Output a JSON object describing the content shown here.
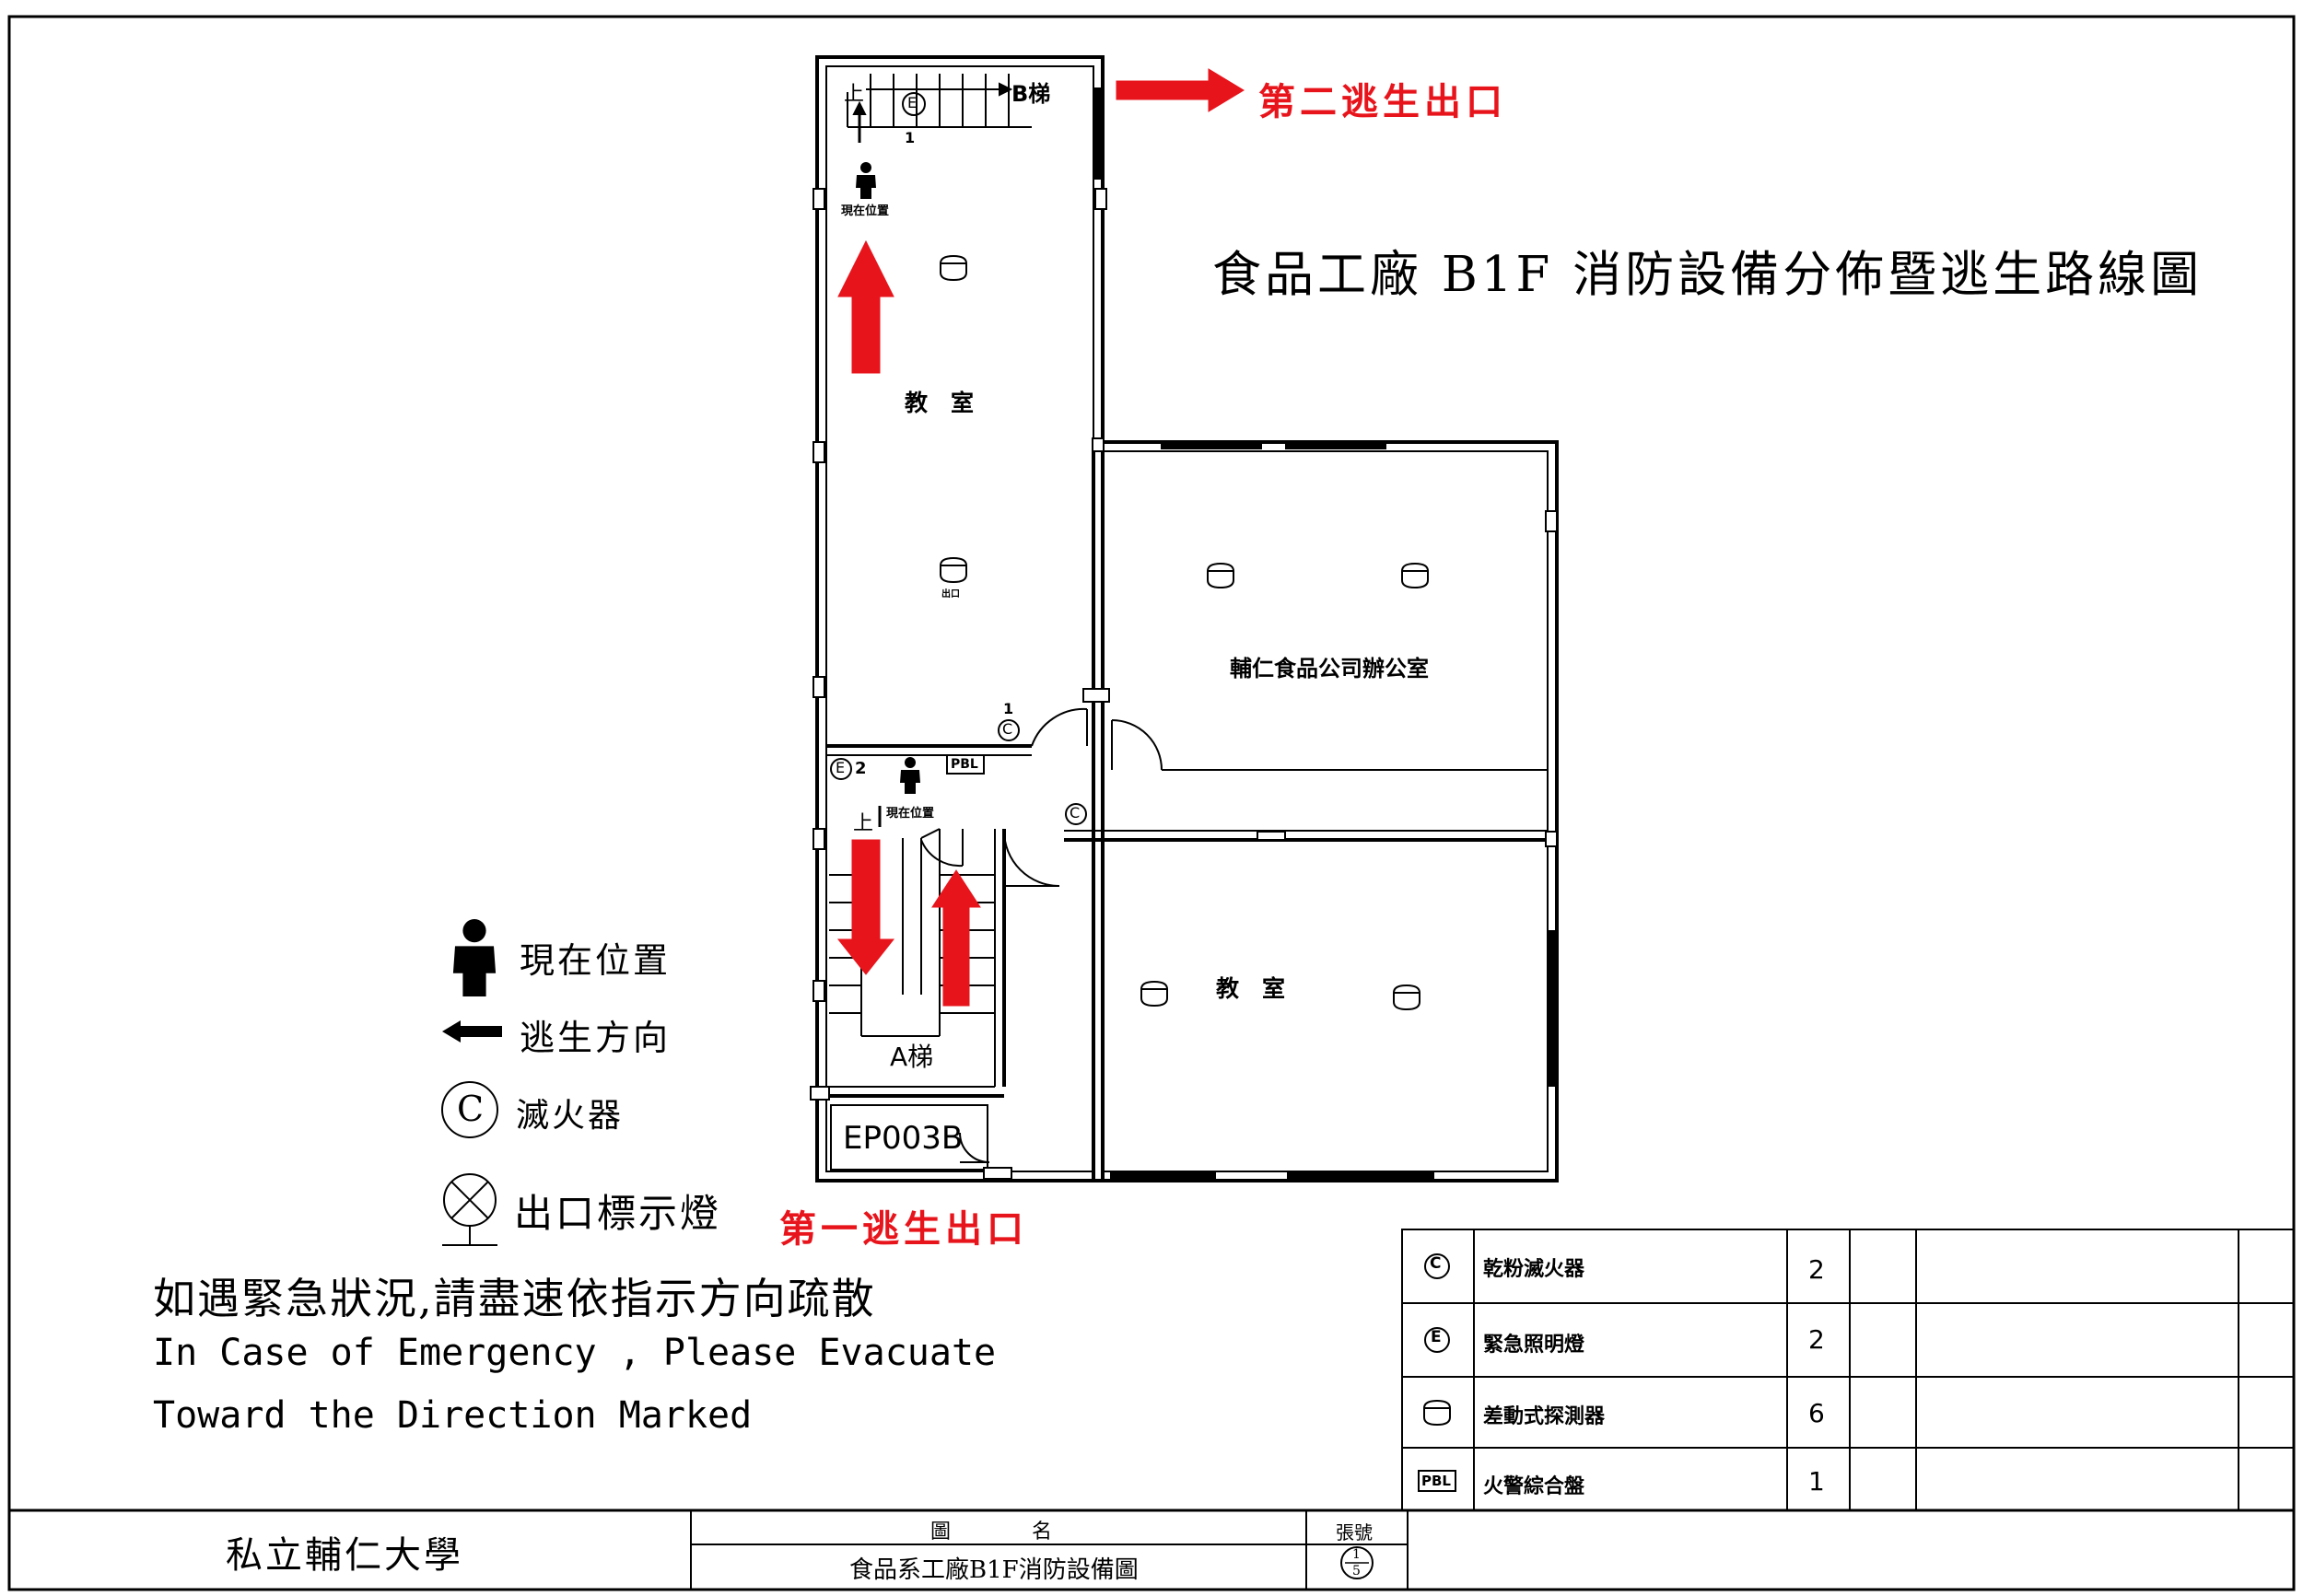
{
  "plan": {
    "title": "食品工廠 B1F 消防設備分佈暨逃生路線圖",
    "second_exit": "第二逃生出口",
    "first_exit": "第一逃生出口",
    "room_top_classroom": "教　室",
    "room_office": "輔仁食品公司辦公室",
    "room_bottom_classroom": "教　室",
    "stair_a": "A梯",
    "stair_b": "B梯",
    "panel_room": "EP003B",
    "here_small": "現在位置",
    "detector_tag": "出口",
    "up_mark": "上",
    "num_1": "1",
    "num_2": "2",
    "num_1b": "1",
    "pbl": "PBL",
    "c_mark": "C",
    "e_mark": "E"
  },
  "legend": {
    "here": "現在位置",
    "escape_direction": "逃生方向",
    "extinguisher": "滅火器",
    "exit_sign": "出口標示燈",
    "legend_c": "C"
  },
  "notice": {
    "zh": "如遇緊急狀況,請盡速依指示方向疏散",
    "en_line1": "In Case of Emergency , Please Evacuate",
    "en_line2": "Toward the Direction Marked"
  },
  "equipment_table": {
    "rows": [
      {
        "symbol": "C",
        "name": "乾粉滅火器",
        "count": "2"
      },
      {
        "symbol": "E",
        "name": "緊急照明燈",
        "count": "2"
      },
      {
        "symbol": "detector",
        "name": "差動式探測器",
        "count": "6"
      },
      {
        "symbol": "PBL",
        "name": "火警綜合盤",
        "count": "1"
      }
    ]
  },
  "title_block": {
    "school": "私立輔仁大學",
    "drawing_name_label": "圖　　　　名",
    "drawing_name": "食品系工廠B1F消防設備圖",
    "sheet_label": "張號",
    "sheet_num": "1",
    "sheet_total": "5"
  },
  "colors": {
    "exit_red": "#e8141c",
    "line": "#000000"
  }
}
